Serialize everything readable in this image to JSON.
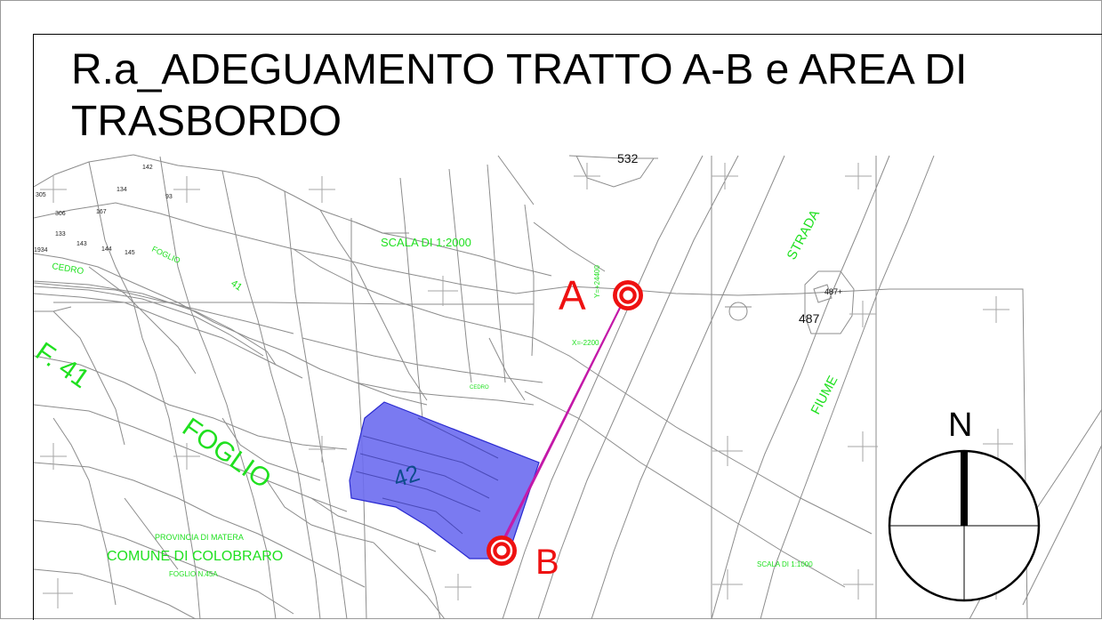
{
  "title": "R.a_ADEGUAMENTO TRATTO A-B e AREA DI TRASBORDO",
  "colors": {
    "parcel_line": "#8c8c8c",
    "label_green": "#1fe01f",
    "marker_red": "#ee1111",
    "highlight_fill": "#6b6bf0",
    "route_magenta": "#c418a8"
  },
  "map": {
    "labels": {
      "scala_2000": "SCALA DI 1:2000",
      "scala_1000": "SCALA DI 1:1000",
      "strada": "STRADA",
      "fiume": "FIUME",
      "foglio": "FOGLIO",
      "foglio_small": "FOGLIO",
      "f41": "F. 41",
      "n41": "41",
      "cedro": "CEDRO",
      "cedro2": "CEDRO",
      "provincia": "PROVINCIA DI MATERA",
      "comune": "COMUNE DI COLOBRARO",
      "foglio_n": "FOGLIO N.45A",
      "coord_y": "Y=+24400",
      "coord_x": "X=-2200",
      "highlight_parcel": "42",
      "parcel_532": "532",
      "parcel_487": "487",
      "parcel_487_small": "487+"
    },
    "parcel_numbers": {
      "p142": "142",
      "p134": "134",
      "p93": "93",
      "p305": "305",
      "p306": "306",
      "p167": "167",
      "p133": "133",
      "p143": "143",
      "p144": "144",
      "p145": "145",
      "p1934": "1934"
    },
    "points": [
      {
        "id": "A",
        "label": "A"
      },
      {
        "id": "B",
        "label": "B"
      }
    ],
    "compass": {
      "label": "N"
    }
  }
}
